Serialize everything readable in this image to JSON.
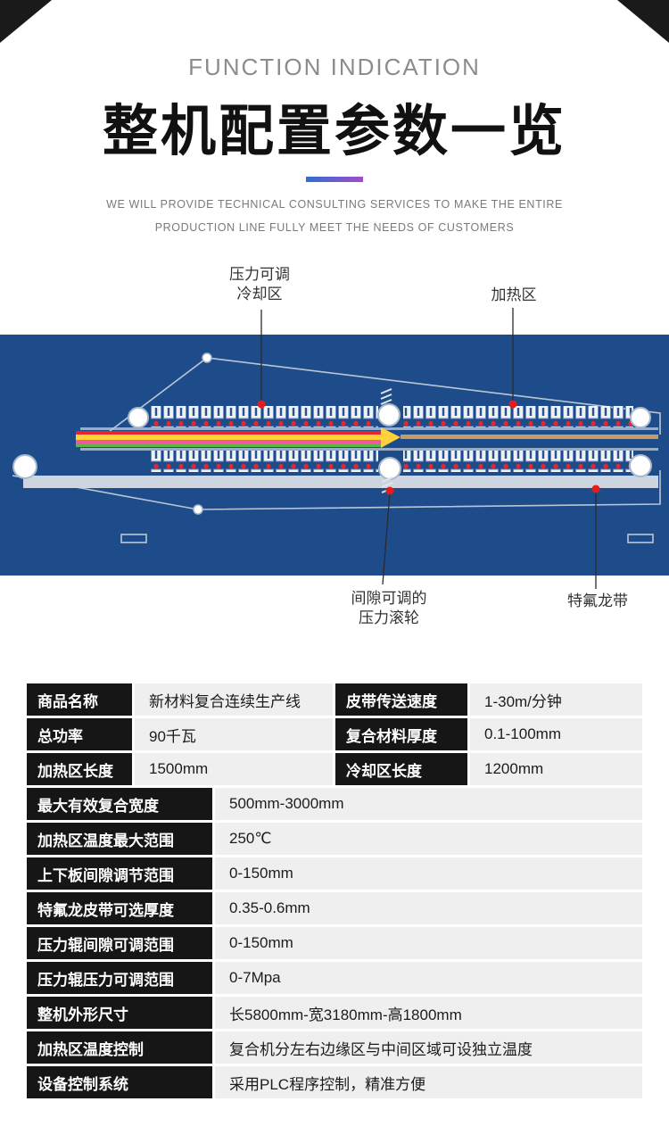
{
  "header": {
    "eyebrow": "FUNCTION INDICATION",
    "title": "整机配置参数一览",
    "subtitle_line1": "WE WILL PROVIDE TECHNICAL CONSULTING SERVICES TO MAKE THE ENTIRE",
    "subtitle_line2": "PRODUCTION LINE FULLY MEET THE NEEDS OF CUSTOMERS"
  },
  "diagram": {
    "callouts": {
      "cooling": {
        "line1": "压力可调",
        "line2": "冷却区"
      },
      "heating": {
        "label": "加热区"
      },
      "rollers": {
        "line1": "间隙可调的",
        "line2": "压力滚轮"
      },
      "teflon": {
        "label": "特氟龙带"
      }
    }
  },
  "table": {
    "pair_rows": [
      [
        {
          "label": "商品名称",
          "value": "新材料复合连续生产线"
        },
        {
          "label": "皮带传送速度",
          "value": "1-30m/分钟"
        }
      ],
      [
        {
          "label": "总功率",
          "value": "90千瓦"
        },
        {
          "label": "复合材料厚度",
          "value": "0.1-100mm"
        }
      ],
      [
        {
          "label": "加热区长度",
          "value": "1500mm"
        },
        {
          "label": "冷却区长度",
          "value": "1200mm"
        }
      ]
    ],
    "full_rows": [
      {
        "label": "最大有效复合宽度",
        "value": "500mm-3000mm"
      },
      {
        "label": "加热区温度最大范围",
        "value": "250℃"
      },
      {
        "label": "上下板间隙调节范围",
        "value": "0-150mm"
      },
      {
        "label": "特氟龙皮带可选厚度",
        "value": "0.35-0.6mm"
      },
      {
        "label": "压力辊间隙可调范围",
        "value": "0-150mm"
      },
      {
        "label": "压力辊压力可调范围",
        "value": "0-7Mpa"
      },
      {
        "label": "整机外形尺寸",
        "value": "长5800mm-宽3180mm-高1800mm"
      },
      {
        "label": "加热区温度控制",
        "value": "复合机分左右边缘区与中间区域可设独立温度"
      },
      {
        "label": "设备控制系统",
        "value": "采用PLC程序控制，精准方便"
      }
    ]
  },
  "colors": {
    "banner_blue": "#1e4c8a",
    "gradient_start": "#2f6fd0",
    "gradient_end": "#a24bc8",
    "callout_dot_red": "#e51c1c",
    "heater_dot_red": "#e8262a",
    "cell_dark": "#161616",
    "cell_gray": "#efefef",
    "stripe_red": "#e8262a",
    "stripe_yellow": "#ffd23a",
    "stripe_pink": "#f2569b",
    "stripe_green": "#58b947",
    "product_tan": "#c89a62"
  }
}
